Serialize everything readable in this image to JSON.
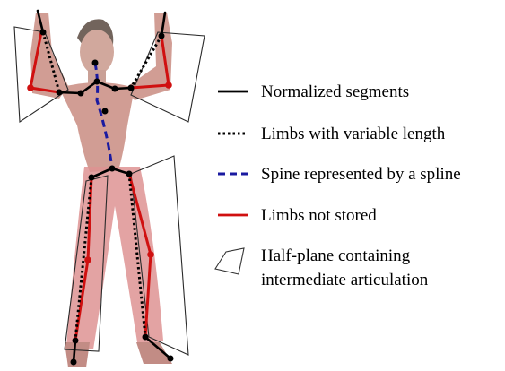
{
  "legend": {
    "items": [
      {
        "key": "normalized",
        "label": "Normalized segments",
        "style": "solid",
        "color": "#000000"
      },
      {
        "key": "variable",
        "label": "Limbs with variable length",
        "style": "dotted",
        "color": "#000000"
      },
      {
        "key": "spine",
        "label": "Spine represented by a spline",
        "style": "dashed",
        "color": "#1a1aa0"
      },
      {
        "key": "not_stored",
        "label": "Limbs not stored",
        "style": "solid",
        "color": "#d01010"
      },
      {
        "key": "half_plane",
        "label": "Half-plane containing",
        "label_line2": "intermediate articulation",
        "style": "outline",
        "color": "#333333"
      }
    ]
  },
  "colors": {
    "body": "#c98c82",
    "legs": "#d88080",
    "joint": "#000000",
    "limb_not_stored": "#d01010",
    "spine": "#1a1aa0",
    "plane": "#2a2a2a"
  }
}
